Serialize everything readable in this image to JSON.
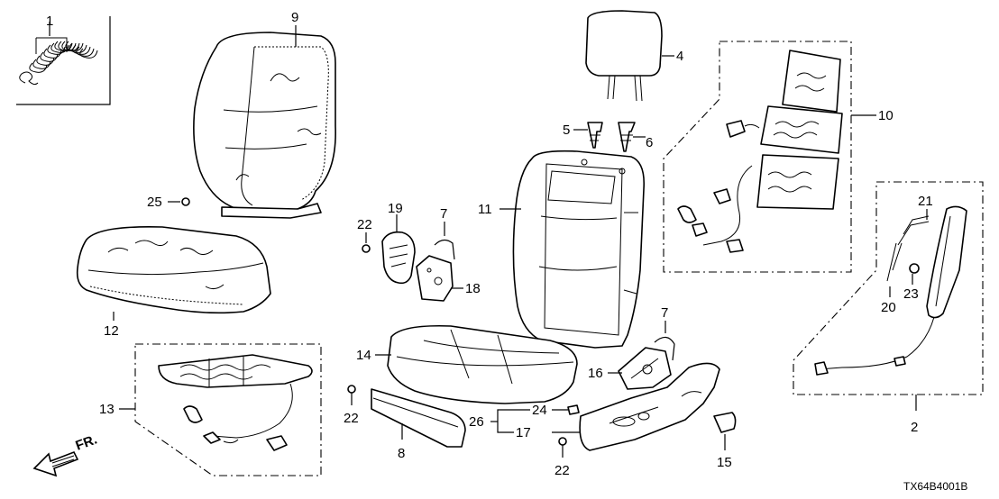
{
  "diagram": {
    "code": "TX64B4001B",
    "direction": "FR.",
    "callouts": {
      "c1": "1",
      "c2": "2",
      "c4": "4",
      "c5": "5",
      "c6": "6",
      "c7a": "7",
      "c7b": "7",
      "c8": "8",
      "c9": "9",
      "c10": "10",
      "c11": "11",
      "c12": "12",
      "c13": "13",
      "c14": "14",
      "c15": "15",
      "c16": "16",
      "c17": "17",
      "c18": "18",
      "c19": "19",
      "c20": "20",
      "c21": "21",
      "c22a": "22",
      "c22b": "22",
      "c22c": "22",
      "c23": "23",
      "c24": "24",
      "c25": "25",
      "c26": "26"
    }
  }
}
